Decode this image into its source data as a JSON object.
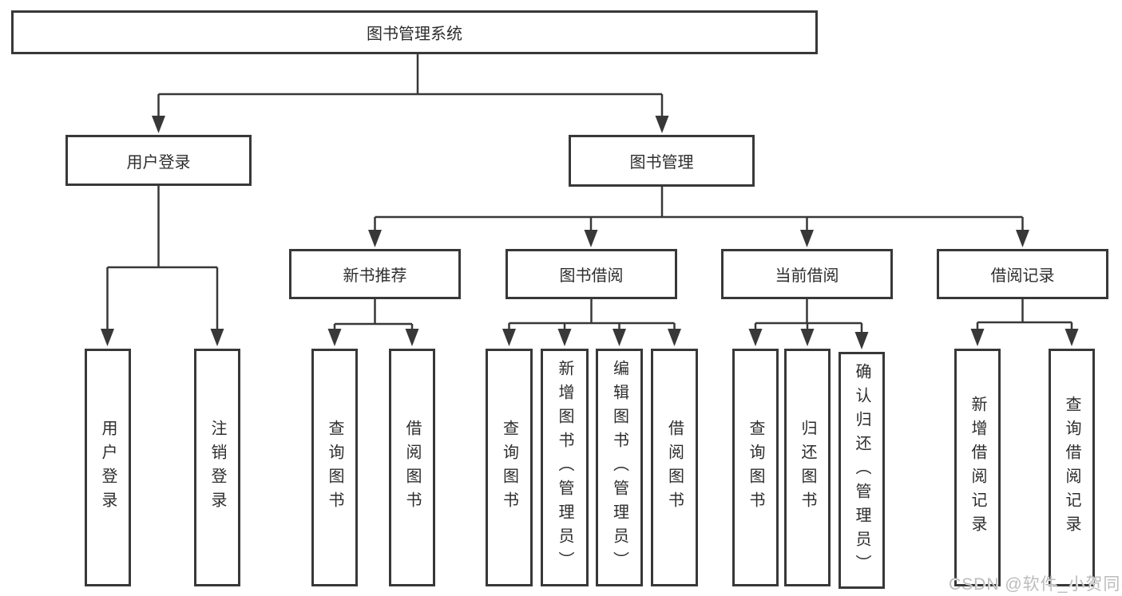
{
  "diagram": {
    "title": "图书管理系统",
    "level2": {
      "user_login": "用户登录",
      "book_mgmt": "图书管理"
    },
    "level3": {
      "new_books": "新书推荐",
      "book_borrow": "图书借阅",
      "current_borrow": "当前借阅",
      "borrow_records": "借阅记录"
    },
    "leaves": {
      "user_login_1": "用户登录",
      "user_login_2": "注销登录",
      "new_books_1": "查询图书",
      "new_books_2": "借阅图书",
      "book_borrow_1": "查询图书",
      "book_borrow_2": "新增图书（管理员）",
      "book_borrow_3": "编辑图书（管理员）",
      "book_borrow_4": "借阅图书",
      "current_borrow_1": "查询图书",
      "current_borrow_2": "归还图书",
      "current_borrow_3": "确认归还（管理员）",
      "borrow_records_1": "新增借阅记录",
      "borrow_records_2": "查询借阅记录"
    },
    "watermark": "CSDN @软件_小贺同学",
    "colors": {
      "line": "#383838",
      "text": "#2d2d2d",
      "watermark": "#bcbcbc"
    }
  }
}
